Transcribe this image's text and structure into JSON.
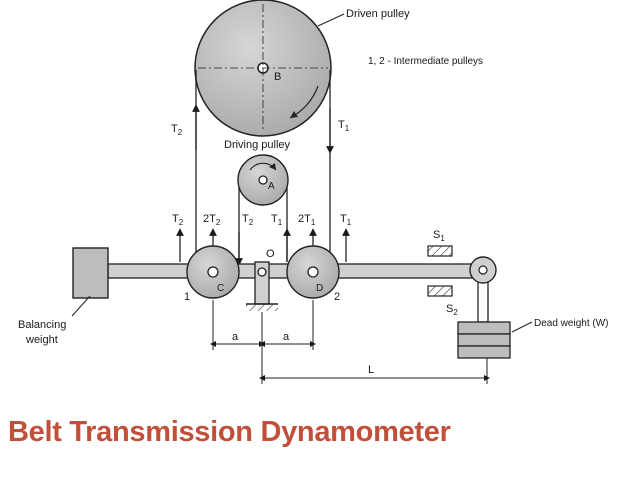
{
  "diagram": {
    "labels": {
      "driven_pulley": "Driven pulley",
      "intermediate_note": "1, 2 - Intermediate pulleys",
      "driving_pulley": "Driving pulley",
      "pulley_b": "B",
      "pulley_a": "A",
      "pulley_c": "C",
      "pulley_d": "D",
      "pivot": "O",
      "num_1": "1",
      "num_2": "2",
      "tension_t2_left": "T",
      "tension_t1_right": "T",
      "tension_t2_outer": "T",
      "tension_2t2": "2T",
      "tension_t2_inner": "T",
      "tension_t1_inner": "T",
      "tension_2t1": "2T",
      "tension_t1_outer": "T",
      "sub_2": "2",
      "sub_1": "1",
      "stop_s1": "S",
      "stop_s2": "S",
      "balancing_weight": "Balancing\nweight",
      "balancing_line1": "Balancing",
      "balancing_line2": "weight",
      "dead_weight": "Dead weight (W)",
      "dim_a_left": "a",
      "dim_a_right": "a",
      "dim_l": "L"
    }
  },
  "caption": "Belt Transmission Dynamometer"
}
